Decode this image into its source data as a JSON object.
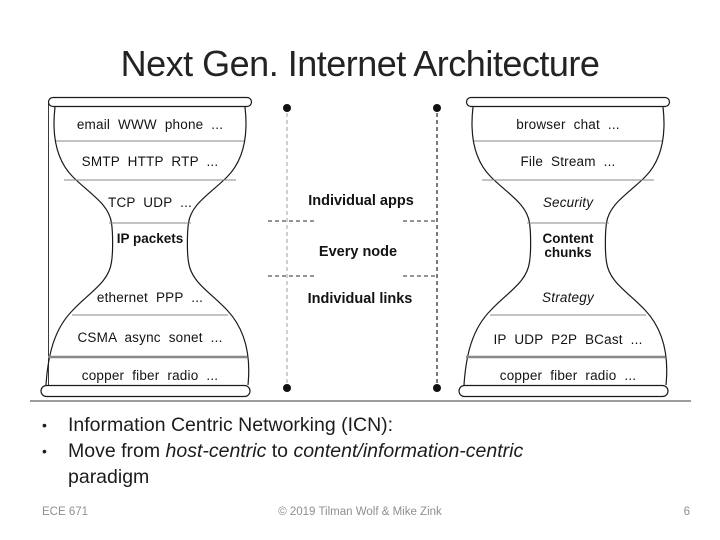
{
  "colors": {
    "ink": "#1a1a1a",
    "muted_text": "#8f8f8f",
    "separator": "#8a8a8a"
  },
  "slide": {
    "title": "Next Gen. Internet Architecture",
    "footer_left": "ECE 671",
    "footer_center": "© 2019 Tilman Wolf & Mike Zink",
    "page_number": "6",
    "bullet_char": "•"
  },
  "diagram": {
    "left_hourglass": {
      "layers": [
        "email WWW phone ...",
        "SMTP HTTP RTP ...",
        "TCP UDP ...",
        "IP packets",
        "ethernet PPP ...",
        "CSMA async sonet ...",
        "copper fiber radio ..."
      ]
    },
    "right_hourglass": {
      "layers": [
        "browser chat ...",
        "File Stream ...",
        "Security",
        "Content chunks",
        "Strategy",
        "IP UDP P2P BCast ...",
        "copper fiber radio ..."
      ]
    },
    "middle_labels": [
      "Individual apps",
      "Every node",
      "Individual links"
    ]
  },
  "bullets": {
    "item1": "Information Centric Networking (ICN):",
    "item2": {
      "t1": "Move from ",
      "i1": "host-centric",
      "t2": " to ",
      "i2": "content/information-centric",
      "t3": " paradigm"
    }
  }
}
